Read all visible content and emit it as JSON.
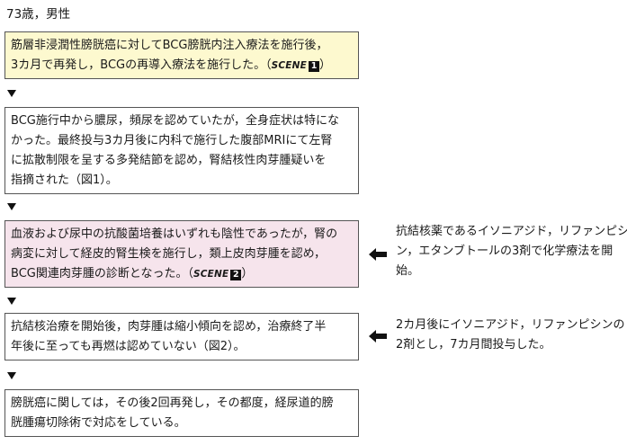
{
  "header": "73歳，男性",
  "boxes": [
    {
      "lines": [
        "筋層非浸潤性膀胱癌に対してBCG膀胱内注入療法を施行後，",
        "3カ月で再発し，BCGの再導入療法を施行した。（"
      ],
      "scene_label": "SCENE",
      "scene_number": "1",
      "scene_suffix": "）",
      "color": "#fdf9cf"
    },
    {
      "lines": [
        "BCG施行中から膿尿，頻尿を認めていたが，全身症状は特にな",
        "かった。最終投与3カ月後に内科で施行した腹部MRIにて左腎",
        "に拡散制限を呈する多発結節を認め，腎結核性肉芽腫疑いを",
        "指摘された（図1）。"
      ],
      "color": "#ffffff"
    },
    {
      "lines": [
        "血液および尿中の抗酸菌培養はいずれも陰性であったが，腎の",
        "病変に対して経皮的腎生検を施行し，類上皮肉芽腫を認め，",
        "BCG関連肉芽腫の診断となった。（"
      ],
      "scene_label": "SCENE",
      "scene_number": "2",
      "scene_suffix": "）",
      "color": "#f6e4ec"
    },
    {
      "lines": [
        "抗結核治療を開始後，肉芽腫は縮小傾向を認め，治療終了半",
        "年後に至っても再燃は認めていない（図2）。"
      ],
      "color": "#ffffff"
    },
    {
      "lines": [
        "膀胱癌に関しては，その後2回再発し，その都度，経尿道的膀",
        "胱腫瘍切除術で対応をしている。"
      ],
      "color": "#ffffff"
    }
  ],
  "side_notes": [
    {
      "lines": [
        "抗結核薬であるイソニアジド，リファンピシ",
        "ン，エタンブトールの3剤で化学療法を開",
        "始。"
      ]
    },
    {
      "lines": [
        "2カ月後にイソニアジド，リファンピシンの",
        "2剤とし，7カ月間投与した。"
      ]
    }
  ]
}
